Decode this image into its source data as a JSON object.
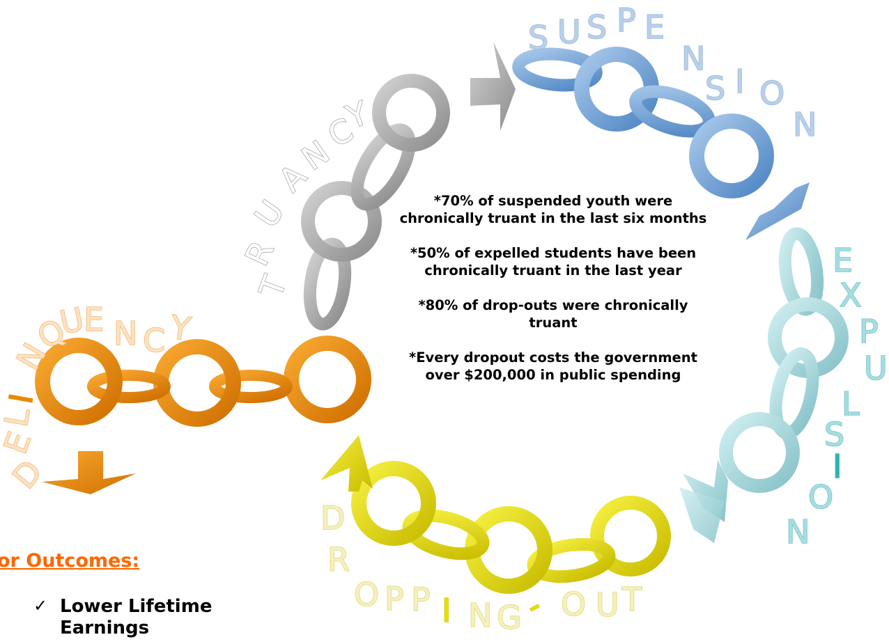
{
  "stage_words": {
    "truancy": "TRUANCY",
    "suspension": "SUSPENSION",
    "expulsion": "EXPULSION",
    "dropping_out": "DROPPING-OUT",
    "delinquency": "DELINQUENCY"
  },
  "stats": [
    "*70% of suspended youth were chronically truant in the last six months",
    "*50% of expelled students have been chronically truant in the last year",
    "*80% of drop-outs were chronically truant",
    "*Every dropout costs the government over $200,000 in public spending"
  ],
  "outcomes": {
    "title": "or Outcomes:",
    "items": [
      "Lower Lifetime Earnings"
    ]
  },
  "colors": {
    "truancy": "#b8b8b8",
    "suspension": "#7aa6d8",
    "expulsion": "#9fd3d8",
    "dropping_out": "#e8e000",
    "delinquency": "#e88a00",
    "outcome_title": "#ff6600"
  },
  "icons": [
    "chain-link-icon",
    "arrow-icon",
    "checkmark-icon"
  ]
}
